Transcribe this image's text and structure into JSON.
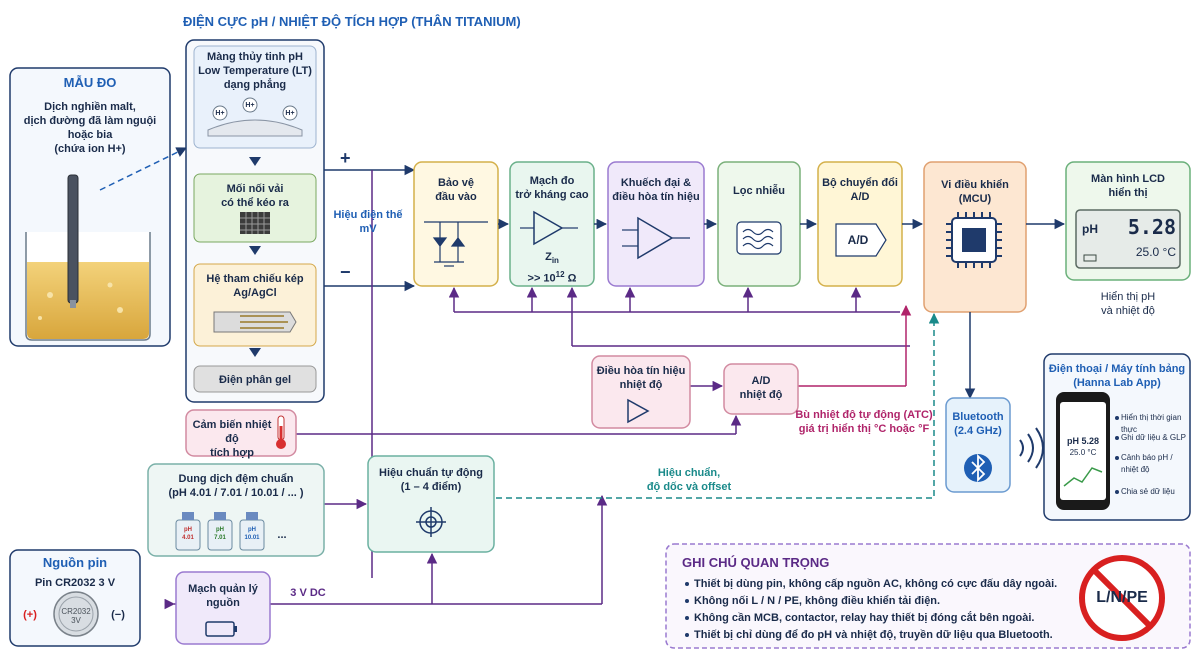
{
  "title": "ĐIỆN CỰC pH / NHIỆT ĐỘ TÍCH HỢP (THÂN TITANIUM)",
  "sample": {
    "title": "MẪU ĐO",
    "desc": [
      "Dịch nghiền malt,",
      "dịch đường đã làm nguội",
      "hoặc bia",
      "(chứa ion H+)"
    ]
  },
  "electrode": {
    "membrane": [
      "Màng thủy tinh pH",
      "Low Temperature (LT)",
      "dạng phẳng"
    ],
    "ion_label": "H+",
    "junction": [
      "Mối nối vải",
      "có thể kéo ra"
    ],
    "reference": [
      "Hệ tham chiếu kép",
      "Ag/AgCl"
    ],
    "electrolyte": "Điện phân gel"
  },
  "signal": {
    "plus": "+",
    "minus": "−",
    "voltage": [
      "Hiệu điện thế",
      "mV"
    ]
  },
  "chain": {
    "protect": [
      "Bảo vệ",
      "đầu vào"
    ],
    "highz": [
      "Mạch đo",
      "trở kháng cao"
    ],
    "zin": "Z",
    "zin_sub": "in",
    "zin_val": ">> 10",
    "zin_exp": "12",
    "zin_unit": " Ω",
    "amp": [
      "Khuếch đại &",
      "điều hòa tín hiệu"
    ],
    "filter": "Lọc nhiễu",
    "adc": [
      "Bộ chuyển đổi",
      "A/D"
    ],
    "adc_inner": "A/D",
    "mcu": [
      "Vi điều khiển",
      "(MCU)"
    ]
  },
  "lcd": {
    "title": [
      "Màn hình LCD",
      "hiển thị"
    ],
    "ph_label": "pH",
    "ph_value": "5.28",
    "temp_value": "25.0 °C",
    "caption": [
      "Hiển thị pH",
      "và nhiệt độ"
    ]
  },
  "temp": {
    "sensor": [
      "Cảm biến nhiệt độ",
      "tích hợp"
    ],
    "cond": [
      "Điều hòa tín hiệu",
      "nhiệt độ"
    ],
    "adc": [
      "A/D",
      "nhiệt độ"
    ],
    "atc": [
      "Bù nhiệt độ tự động (ATC)",
      "giá trị hiển thị °C hoặc °F"
    ]
  },
  "buffer": {
    "title": [
      "Dung dịch đệm chuẩn",
      "(pH 4.01 / 7.01 / 10.01 / ... )"
    ],
    "bottles": [
      "4.01",
      "7.01",
      "10.01"
    ],
    "bottle_ph": "pH",
    "more": "..."
  },
  "calib": {
    "title": [
      "Hiệu chuẩn tự động",
      "(1 – 4 điểm)"
    ],
    "note": [
      "Hiệu chuẩn,",
      "độ dốc và offset"
    ]
  },
  "battery": {
    "title": "Nguồn pin",
    "model": "Pin CR2032 3 V",
    "coin": "CR2032",
    "coin_v": "3V",
    "plus": "(+)",
    "minus": "(−)"
  },
  "power": {
    "title": [
      "Mạch quản lý",
      "nguồn"
    ],
    "dc": "3 V DC"
  },
  "bluetooth": {
    "title": [
      "Bluetooth",
      "(2.4 GHz)"
    ]
  },
  "phone": {
    "title": [
      "Điện thoại / Máy tính bảng",
      "(Hanna Lab App)"
    ],
    "ph": "pH 5.28",
    "temp": "25.0 °C",
    "features": [
      "Hiển thị thời gian thực",
      "Ghi dữ liệu & GLP",
      "Cảnh báo pH /",
      "nhiệt độ",
      "Chia sẻ dữ liệu"
    ]
  },
  "notes": {
    "title": "GHI CHÚ QUAN TRỌNG",
    "items": [
      "Thiết bị dùng pin, không cấp nguồn AC, không có cực đấu dây ngoài.",
      "Không nối L / N / PE, không điều khiển tải điện.",
      "Không cần MCB, contactor, relay hay thiết bị đóng cắt bên ngoài.",
      "Thiết bị chỉ dùng để đo pH và nhiệt độ, truyền dữ liệu qua Bluetooth."
    ],
    "sign": "L/N/PE"
  },
  "colors": {
    "navy": "#1f3a6b",
    "purple": "#5b2a86",
    "teal": "#1a8a8a",
    "magenta": "#b0246a",
    "blue": "#1f5fb4"
  }
}
